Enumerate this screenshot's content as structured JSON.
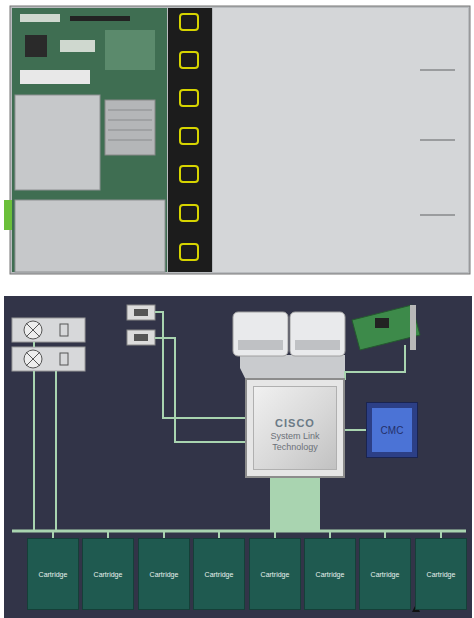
{
  "diagram": {
    "nodes": [
      {
        "text": [
          "CISCO",
          "System Link Technology"
        ]
      },
      {
        "text": [
          "CMC"
        ]
      },
      {
        "text": [
          "Cartridge"
        ]
      },
      {
        "text": [
          "Cartridge"
        ]
      },
      {
        "text": [
          "Cartridge"
        ]
      },
      {
        "text": [
          "Cartridge"
        ]
      },
      {
        "text": [
          "Cartridge"
        ]
      },
      {
        "text": [
          "Cartridge"
        ]
      },
      {
        "text": [
          "Cartridge"
        ]
      },
      {
        "text": [
          "Cartridge"
        ]
      }
    ],
    "edges": [
      {
        "from": 0,
        "to": 1,
        "arrow": "none"
      },
      {
        "from": 0,
        "to": 2,
        "arrow": "none"
      },
      {
        "from": 0,
        "to": 3,
        "arrow": "none"
      },
      {
        "from": 0,
        "to": 4,
        "arrow": "none"
      },
      {
        "from": 0,
        "to": 5,
        "arrow": "none"
      },
      {
        "from": 0,
        "to": 6,
        "arrow": "none"
      },
      {
        "from": 0,
        "to": 7,
        "arrow": "none"
      },
      {
        "from": 0,
        "to": 8,
        "arrow": "none"
      },
      {
        "from": 0,
        "to": 9,
        "arrow": "none"
      }
    ]
  }
}
